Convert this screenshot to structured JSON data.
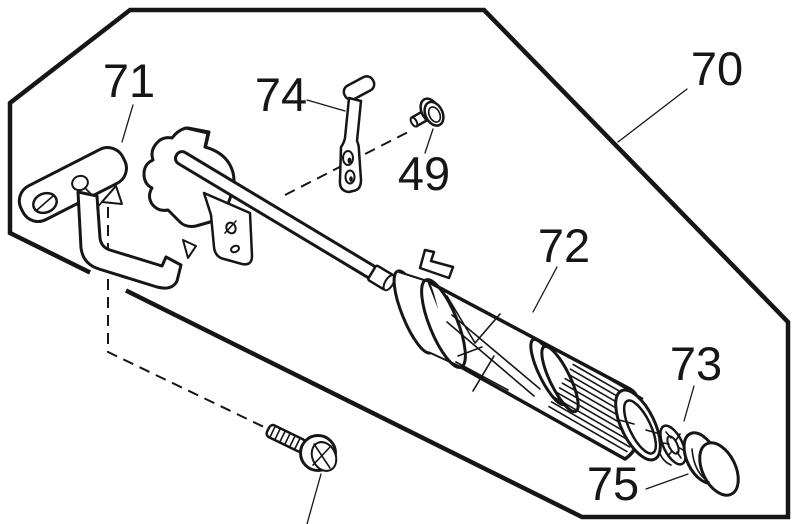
{
  "diagram": {
    "kind": "exploded-parts-line-diagram",
    "colors": {
      "background": "#ffffff",
      "line": "#161616"
    }
  },
  "part_labels": {
    "p49": "49",
    "p70": "70",
    "p71": "71",
    "p72": "72",
    "p73": "73",
    "p74": "74",
    "p75": "75"
  }
}
